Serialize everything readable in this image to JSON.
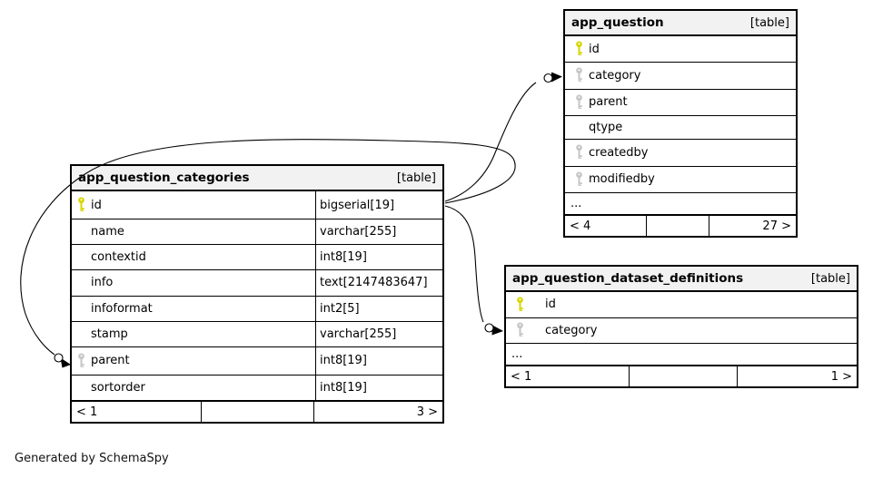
{
  "generator_note": "Generated by SchemaSpy",
  "colors": {
    "header_bg": "#f2f2f2",
    "border": "#000000",
    "primary_key_icon": "#d6d600",
    "foreign_key_icon": "#c6c6c6"
  },
  "tables": [
    {
      "title": "app_question_categories",
      "badge": "[table]",
      "columns": [
        {
          "name": "id",
          "type": "bigserial[19]",
          "key": "pk"
        },
        {
          "name": "name",
          "type": "varchar[255]",
          "key": ""
        },
        {
          "name": "contextid",
          "type": "int8[19]",
          "key": ""
        },
        {
          "name": "info",
          "type": "text[2147483647]",
          "key": ""
        },
        {
          "name": "infoformat",
          "type": "int2[5]",
          "key": ""
        },
        {
          "name": "stamp",
          "type": "varchar[255]",
          "key": ""
        },
        {
          "name": "parent",
          "type": "int8[19]",
          "key": "fk"
        },
        {
          "name": "sortorder",
          "type": "int8[19]",
          "key": ""
        }
      ],
      "footer": {
        "left": "< 1",
        "middle": "",
        "right": "3 >"
      }
    },
    {
      "title": "app_question",
      "badge": "[table]",
      "columns": [
        {
          "name": "id",
          "key": "pk"
        },
        {
          "name": "category",
          "key": "fk"
        },
        {
          "name": "parent",
          "key": "fk"
        },
        {
          "name": "qtype",
          "key": ""
        },
        {
          "name": "createdby",
          "key": "fk"
        },
        {
          "name": "modifiedby",
          "key": "fk"
        }
      ],
      "ellipsis": "...",
      "footer": {
        "left": "< 4",
        "middle": "",
        "right": "27 >"
      }
    },
    {
      "title": "app_question_dataset_definitions",
      "badge": "[table]",
      "columns": [
        {
          "name": "id",
          "key": "pk"
        },
        {
          "name": "category",
          "key": "fk"
        }
      ],
      "ellipsis": "...",
      "footer": {
        "left": "< 1",
        "middle": "",
        "right": "1 >"
      }
    }
  ],
  "relationships": [
    {
      "fk": "app_question_categories.parent",
      "references": "app_question_categories.id"
    },
    {
      "fk": "app_question.category",
      "references": "app_question_categories.id"
    },
    {
      "fk": "app_question_dataset_definitions.category",
      "references": "app_question_categories.id"
    }
  ]
}
